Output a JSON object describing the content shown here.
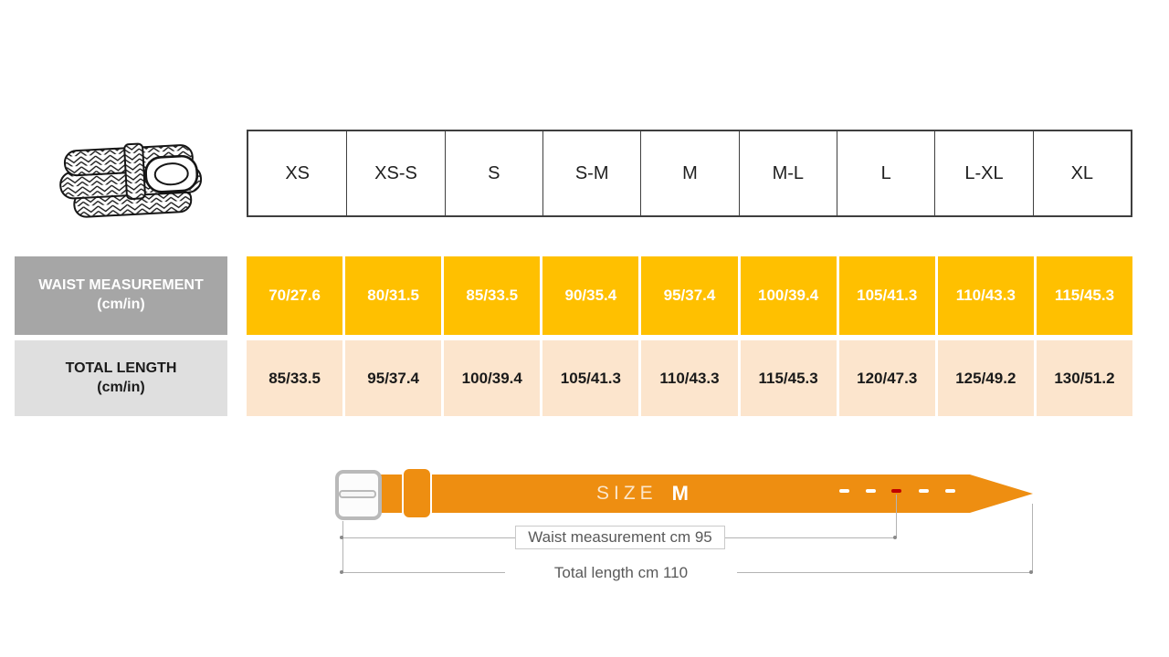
{
  "size_chart": {
    "sizes": [
      "XS",
      "XS-S",
      "S",
      "S-M",
      "M",
      "M-L",
      "L",
      "L-XL",
      "XL"
    ],
    "waist_row": {
      "label": "WAIST MEASUREMENT",
      "unit": "(cm/in)",
      "values": [
        "70/27.6",
        "80/31.5",
        "85/33.5",
        "90/35.4",
        "95/37.4",
        "100/39.4",
        "105/41.3",
        "110/43.3",
        "115/45.3"
      ]
    },
    "length_row": {
      "label": "TOTAL LENGTH",
      "unit": "(cm/in)",
      "values": [
        "85/33.5",
        "95/37.4",
        "100/39.4",
        "105/41.3",
        "110/43.3",
        "115/45.3",
        "120/47.3",
        "125/49.2",
        "130/51.2"
      ]
    }
  },
  "belt_diagram": {
    "size_label": "SIZE",
    "size_value": "M",
    "waist_annotation": "Waist measurement cm 95",
    "length_annotation": "Total length cm 110",
    "hole_count": 5,
    "highlighted_hole_index": 3
  },
  "colors": {
    "waist_cell_bg": "#FFC000",
    "length_cell_bg": "#FCE5CD",
    "waist_label_bg": "#A6A6A6",
    "length_label_bg": "#DFDFDF",
    "belt_orange": "#EE8E11",
    "highlighted_hole_red": "#C00000",
    "annotation_text_gray": "#595959",
    "table_border": "#3F3F3F"
  },
  "icons": {
    "belt_illustration": "braided-belt-icon"
  }
}
